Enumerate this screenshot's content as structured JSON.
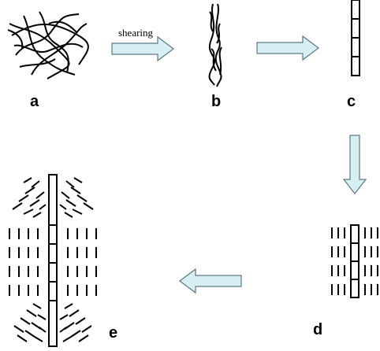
{
  "panels": {
    "a": {
      "label": "a"
    },
    "b": {
      "label": "b"
    },
    "c": {
      "label": "c"
    },
    "d": {
      "label": "d"
    },
    "e": {
      "label": "e"
    }
  },
  "arrows": {
    "a_to_b": {
      "label": "shearing"
    }
  },
  "colors": {
    "arrow_fill": "#d7eef2",
    "arrow_stroke": "#5a7a86",
    "ink": "#000000"
  }
}
